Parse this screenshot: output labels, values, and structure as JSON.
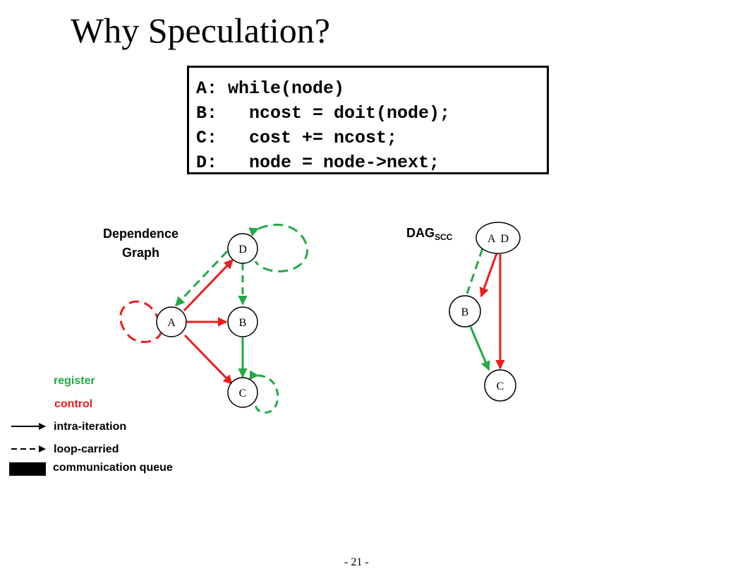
{
  "title": "Why Speculation?",
  "code": [
    "A: while(node)",
    "B:   ncost = doit(node);",
    "C:   cost += ncost;",
    "D:   node = node->next;"
  ],
  "dependence_graph": {
    "title": "Dependence\nGraph",
    "nodes": {
      "A": "A",
      "B": "B",
      "C": "C",
      "D": "D"
    }
  },
  "dag_scc": {
    "title": "DAG",
    "subscript": "SCC",
    "nodes": {
      "AD": "A  D",
      "B": "B",
      "C": "C"
    }
  },
  "legend": {
    "register": "register",
    "control": "control",
    "intra_iteration": "intra-iteration",
    "loop_carried": "loop-carried",
    "communication_queue": "communication queue"
  },
  "colors": {
    "register": "#22aa44",
    "control": "#ee1c1c"
  },
  "page_number": "- 21 -"
}
